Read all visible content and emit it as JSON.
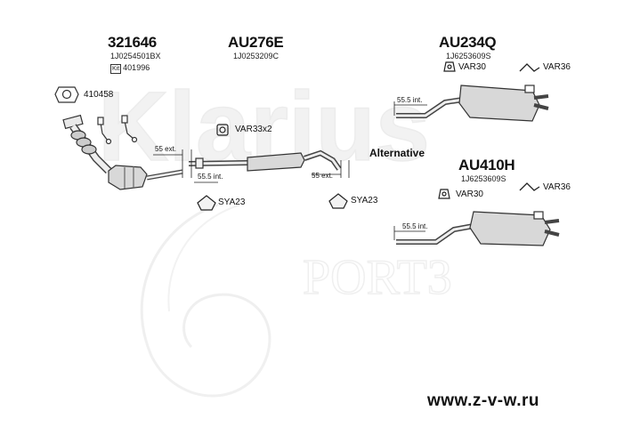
{
  "watermark": {
    "brand": "Klarius",
    "sub": "PORT3"
  },
  "parts": {
    "p1": {
      "code": "321646",
      "oem": "1J0254501BX",
      "kit_badge": "Kit",
      "kit_number": "401996"
    },
    "p2": {
      "code": "AU276E",
      "oem": "1J0253209C"
    },
    "p3": {
      "code": "AU234Q",
      "oem": "1J6253609S"
    },
    "p4": {
      "code": "AU410H",
      "oem": "1J6253609S"
    }
  },
  "labels": {
    "gasket": "410458",
    "var33": "VAR33x2",
    "var30_top": "VAR30",
    "var36_top": "VAR36",
    "var30_bottom": "VAR30",
    "var36_bottom": "VAR36",
    "sya23_left": "SYA23",
    "sya23_right": "SYA23",
    "alternative": "Alternative"
  },
  "dimensions": {
    "d1": "55 ext.",
    "d2": "55.5 int.",
    "d3": "55 ext.",
    "d4": "55.5 int.",
    "d5": "55.5 int."
  },
  "footer": {
    "url": "www.z-v-w.ru"
  }
}
